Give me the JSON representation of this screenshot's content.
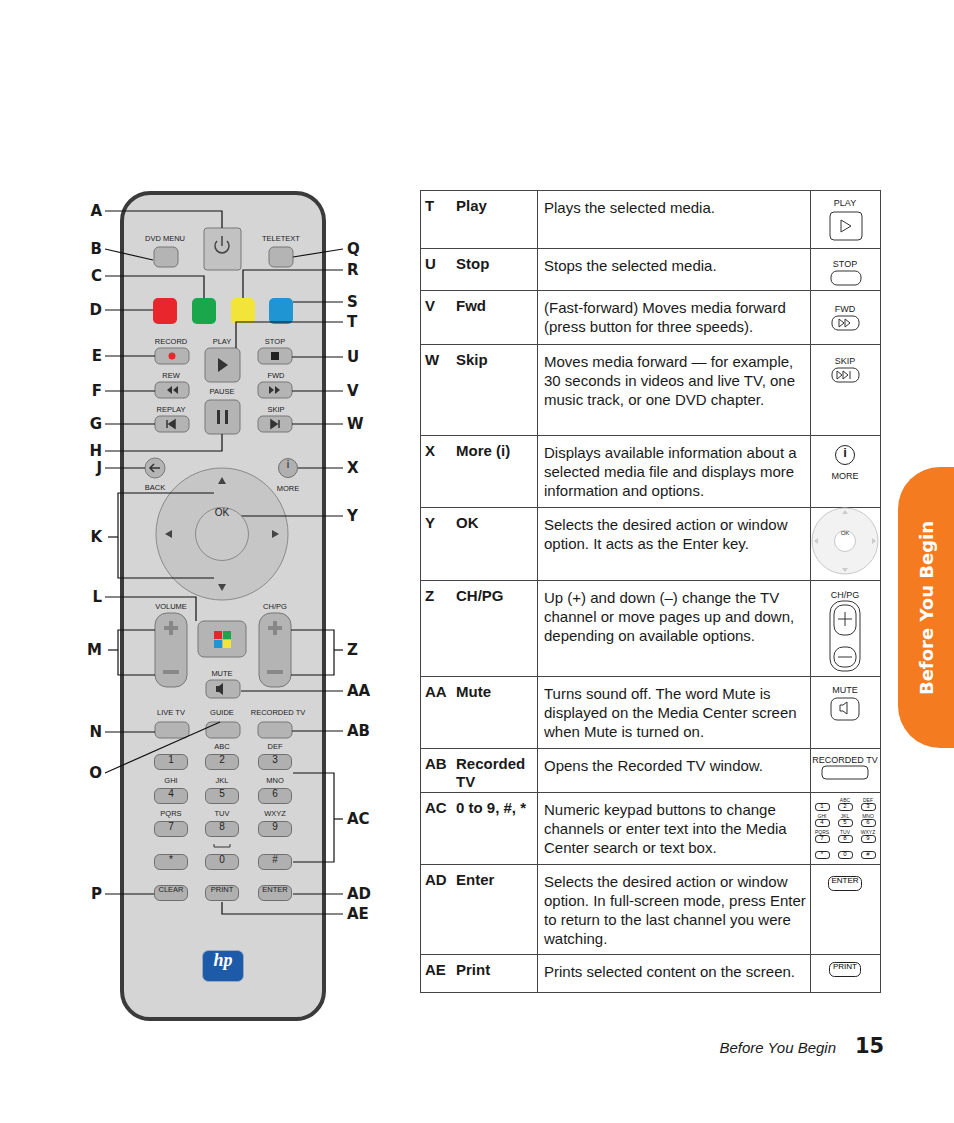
{
  "diagram": {
    "nodes": [
      {
        "text": [
          "i"
        ]
      },
      {
        "text": [
          "OK"
        ]
      },
      {
        "text": [
          "1"
        ]
      },
      {
        "text": [
          "ABC",
          "2"
        ]
      },
      {
        "text": [
          "DEF",
          "3"
        ]
      },
      {
        "text": [
          "GHI",
          "4"
        ]
      },
      {
        "text": [
          "JKL",
          "5"
        ]
      },
      {
        "text": [
          "MNO",
          "6"
        ]
      },
      {
        "text": [
          "PQRS",
          "7"
        ]
      },
      {
        "text": [
          "TUV",
          "8"
        ]
      },
      {
        "text": [
          "WXYZ",
          "9"
        ]
      },
      {
        "text": [
          "*"
        ]
      },
      {
        "text": [
          "0"
        ]
      },
      {
        "text": [
          "#"
        ]
      },
      {
        "text": [
          "CLEAR"
        ]
      },
      {
        "text": [
          "PRINT"
        ]
      },
      {
        "text": [
          "ENTER"
        ]
      },
      {
        "text": [
          "hp"
        ]
      },
      {
        "text": [
          "i"
        ]
      },
      {
        "text": [
          "OK"
        ]
      },
      {
        "text": [
          "1"
        ]
      },
      {
        "text": [
          "ABC",
          "2"
        ]
      },
      {
        "text": [
          "DEF",
          "3"
        ]
      },
      {
        "text": [
          "GHI",
          "4"
        ]
      },
      {
        "text": [
          "JKL",
          "5"
        ]
      },
      {
        "text": [
          "MNO",
          "6"
        ]
      },
      {
        "text": [
          "PQRS",
          "7"
        ]
      },
      {
        "text": [
          "TUV",
          "8"
        ]
      },
      {
        "text": [
          "WXYZ",
          "9"
        ]
      },
      {
        "text": [
          "*"
        ]
      },
      {
        "text": [
          "0"
        ]
      },
      {
        "text": [
          "#"
        ]
      },
      {
        "text": [
          "ENTER"
        ]
      },
      {
        "text": [
          "PRINT"
        ]
      },
      {
        "text": [
          "Before You Begin"
        ]
      }
    ],
    "labels": [
      "DVD MENU",
      "TELETEXT",
      "RECORD",
      "PLAY",
      "STOP",
      "REW",
      "FWD",
      "PAUSE",
      "REPLAY",
      "SKIP",
      "BACK",
      "MORE",
      "VOLUME",
      "CH/PG",
      "MUTE",
      "LIVE TV",
      "GUIDE",
      "RECORDED TV",
      "A",
      "B",
      "C",
      "D",
      "E",
      "F",
      "G",
      "H",
      "J",
      "K",
      "L",
      "M",
      "N",
      "O",
      "P",
      "Q",
      "R",
      "S",
      "T",
      "U",
      "V",
      "W",
      "X",
      "Y",
      "Z",
      "AA",
      "AB",
      "AC",
      "AD",
      "AE",
      "T",
      "Play",
      "Plays the selected media.",
      "U",
      "Stop",
      "Stops the selected media.",
      "V",
      "Fwd",
      "(Fast-forward) Moves media forward (press button for three speeds).",
      "W",
      "Skip",
      "Moves media forward — for example, 30 seconds in videos and live TV, one music track, or one DVD chapter.",
      "X",
      "More (i)",
      "Displays available information about a selected media file and displays more information and options.",
      "Y",
      "OK",
      "Selects the desired action or window option. It acts as the Enter key.",
      "Z",
      "CH/PG",
      "Up (+) and down (–) change the TV channel or move pages up and down, depending on available options.",
      "AA",
      "Mute",
      "Turns sound off. The word Mute is displayed on the Media Center screen when Mute is turned on.",
      "AB",
      "Recorded TV",
      "Opens the Recorded TV window.",
      "AC",
      "0 to 9, #, *",
      "Numeric keypad buttons to change channels or enter text into the Media Center search or text box.",
      "AD",
      "Enter",
      "Selects the desired action or window option. In full-screen mode, press Enter to return to the last channel you were watching.",
      "AE",
      "Print",
      "Prints selected content on the screen.",
      "PLAY",
      "STOP",
      "FWD",
      "SKIP",
      "MORE",
      "CH/PG",
      "MUTE",
      "RECORDED TV",
      "Before You Begin",
      "15"
    ]
  }
}
